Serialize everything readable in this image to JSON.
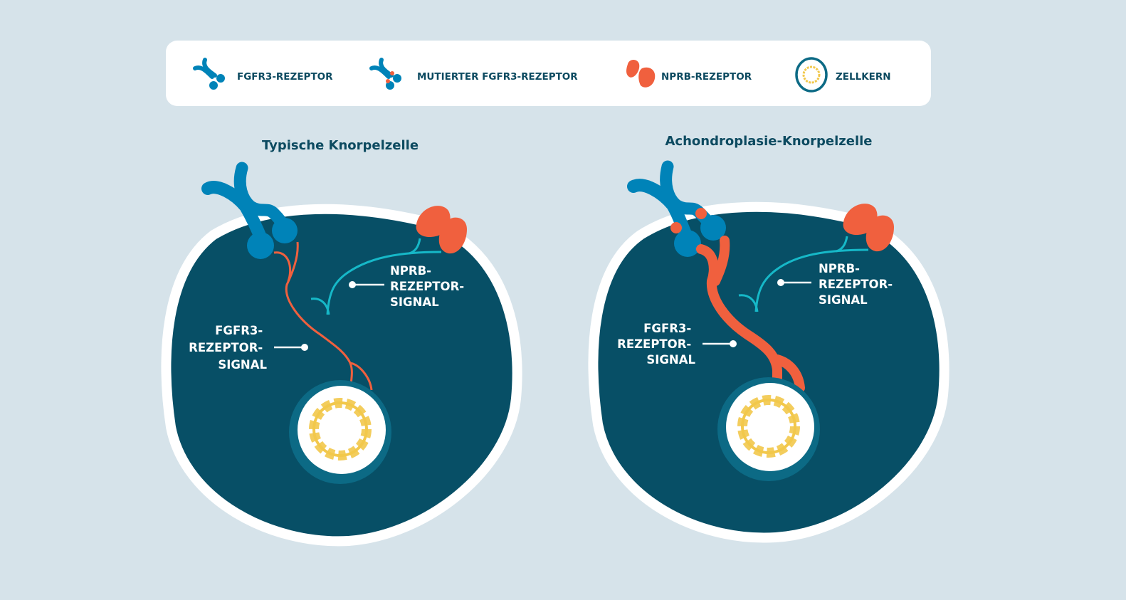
{
  "legend": {
    "items": [
      {
        "label": "FGFR3-REZEPTOR",
        "icon": "fgfr3-receptor-icon"
      },
      {
        "label": "MUTIERTER FGFR3-REZEPTOR",
        "icon": "mutated-fgfr3-receptor-icon"
      },
      {
        "label": "NPRB-REZEPTOR",
        "icon": "nprb-receptor-icon"
      },
      {
        "label": "ZELLKERN",
        "icon": "nucleus-icon"
      }
    ]
  },
  "cells": {
    "typical": {
      "title": "Typische Knorpelzelle",
      "nprb_label": [
        "NPRB-",
        "REZEPTOR-",
        "SIGNAL"
      ],
      "fgfr3_label": [
        "FGFR3-",
        "REZEPTOR-",
        "SIGNAL"
      ]
    },
    "achondroplasia": {
      "title": "Achondroplasie-Knorpelzelle",
      "nprb_label": [
        "NPRB-",
        "REZEPTOR-",
        "SIGNAL"
      ],
      "fgfr3_label": [
        "FGFR3-",
        "REZEPTOR-",
        "SIGNAL"
      ]
    }
  },
  "colors": {
    "background": "#d6e3ea",
    "cell": "#074f66",
    "fgfr3": "#0083b8",
    "signal_fgfr3": "#f0603e",
    "signal_nprb": "#16b8c8",
    "nucleus_ring": "#0c6a85",
    "dna": "#f2c84b",
    "text": "#0c4a60"
  }
}
